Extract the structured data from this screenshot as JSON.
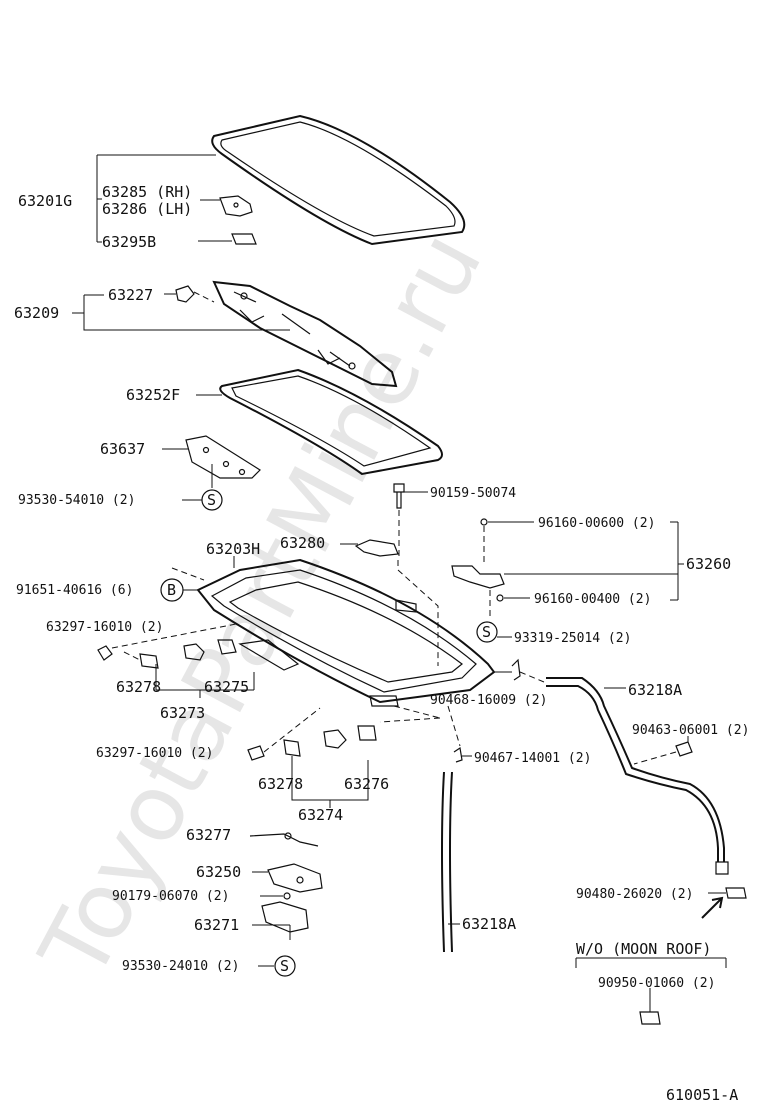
{
  "watermark": "ToyotaPartMine.ru",
  "diagram_id": "610051-A",
  "labels": {
    "g63201": "63201G",
    "p63285": "63285 (RH)",
    "p63286": "63286 (LH)",
    "p63295": "63295B",
    "g63209": "63209",
    "p63227": "63227",
    "p63252": "63252F",
    "p63637": "63637",
    "p93530a": "93530-54010 (2)",
    "s1": "S",
    "p90159": "90159-50074",
    "p63280": "63280",
    "p63203": "63203H",
    "p91651": "91651-40616 (6)",
    "b1": "B",
    "p96160a": "96160-00600 (2)",
    "g63260": "63260",
    "p96160b": "96160-00400 (2)",
    "s2": "S",
    "p93319": "93319-25014 (2)",
    "p63297a": "63297-16010 (2)",
    "p63278a": "63278",
    "p63275": "63275",
    "g63273": "63273",
    "p90468": "90468-16009 (2)",
    "p63218a": "63218A",
    "p90463": "90463-06001 (2)",
    "p63297b": "63297-16010 (2)",
    "p90467": "90467-14001 (2)",
    "p63278b": "63278",
    "p63276": "63276",
    "g63274": "63274",
    "p63277": "63277",
    "p63250": "63250",
    "p90179": "90179-06070 (2)",
    "p63271": "63271",
    "p93530b": "93530-24010 (2)",
    "s3": "S",
    "p63218b": "63218A",
    "p90480": "90480-26020 (2)",
    "wo": "W/O (MOON  ROOF)",
    "p90950": "90950-01060 (2)"
  }
}
